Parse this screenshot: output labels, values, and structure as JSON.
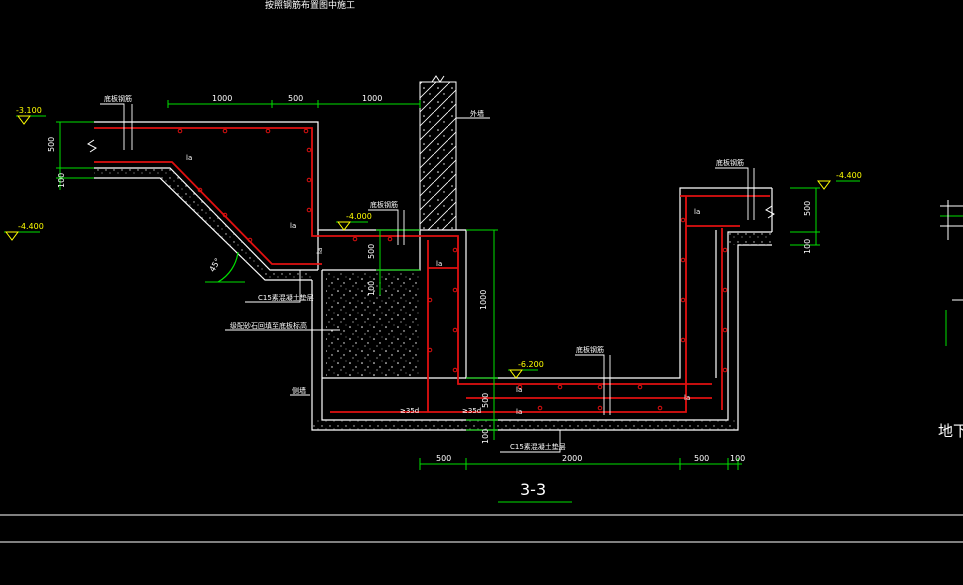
{
  "drawing": {
    "top_note": "按照钢筋布置图中施工",
    "section_title": "3-3",
    "bottom_right_label": "地下室",
    "colors": {
      "background": "#000000",
      "outline": "#ffffff",
      "rebar": "#e01010",
      "dimension": "#00e000",
      "level": "#ffff00",
      "text": "#ffffff"
    }
  },
  "levels": {
    "left_top": "-3.100",
    "left_mid": "-4.400",
    "center": "-4.000",
    "right": "-4.400",
    "bottom": "-6.200"
  },
  "dimensions": {
    "top_1000a": "1000",
    "top_500": "500",
    "top_1000b": "1000",
    "left_500": "500",
    "left_100": "100",
    "center_500": "500",
    "center_100": "100",
    "center_1000": "1000",
    "bottom_500": "500",
    "bottom_100": "100",
    "right_500": "500",
    "right_100": "100",
    "base_500a": "500",
    "base_2000": "2000",
    "base_500b": "500",
    "base_100": "100",
    "angle": "45°"
  },
  "annotations": {
    "la1": "la",
    "la2": "la",
    "la3": "la",
    "la4": "la",
    "la5": "la",
    "la6": "la",
    "la7": "la",
    "la8": "la",
    "l35d_1": "≥35d",
    "l35d_2": "≥35d",
    "tag_left": "底板钢筋",
    "tag_center": "底板钢筋",
    "tag_right": "底板钢筋",
    "tag_bottom": "底板钢筋",
    "tag_wall": "外墙",
    "tag_c15a": "C15素混凝土垫层",
    "tag_backfill": "级配砂石回填至底板标高",
    "tag_side": "侧墙",
    "tag_c15b": "C15素混凝土垫层"
  }
}
